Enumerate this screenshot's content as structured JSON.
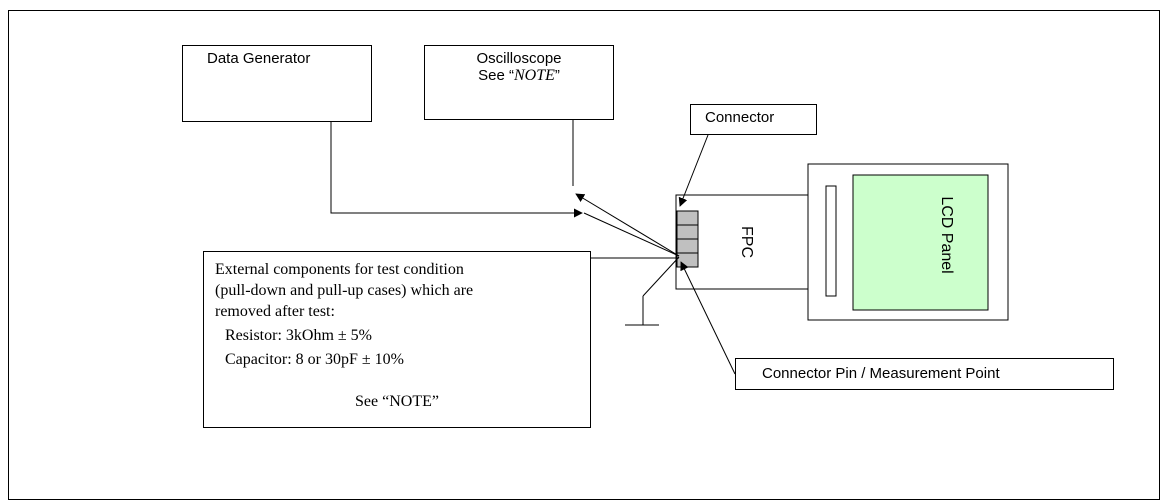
{
  "diagram": {
    "data_generator": {
      "label": "Data Generator"
    },
    "oscilloscope": {
      "line1": "Oscilloscope",
      "line2_prefix": "See “",
      "line2_italic": "NOTE",
      "line2_suffix": "”"
    },
    "connector": {
      "label": "Connector"
    },
    "fpc": {
      "label": "FPC"
    },
    "lcd_panel": {
      "label": "LCD Panel"
    },
    "connector_pin": {
      "label": "Connector Pin / Measurement Point"
    },
    "external_components": {
      "line1": "External components for test condition",
      "line2": "(pull-down and pull-up cases) which are",
      "line3": "removed after test:",
      "resistor": "Resistor: 3kOhm ± 5%",
      "capacitor": "Capacitor: 8 or 30pF ± 10%",
      "note": "See “NOTE”"
    },
    "colors": {
      "lcd_fill": "#ccffcc",
      "connector_pin_fill": "#c0c0c0",
      "line": "#000000"
    }
  }
}
